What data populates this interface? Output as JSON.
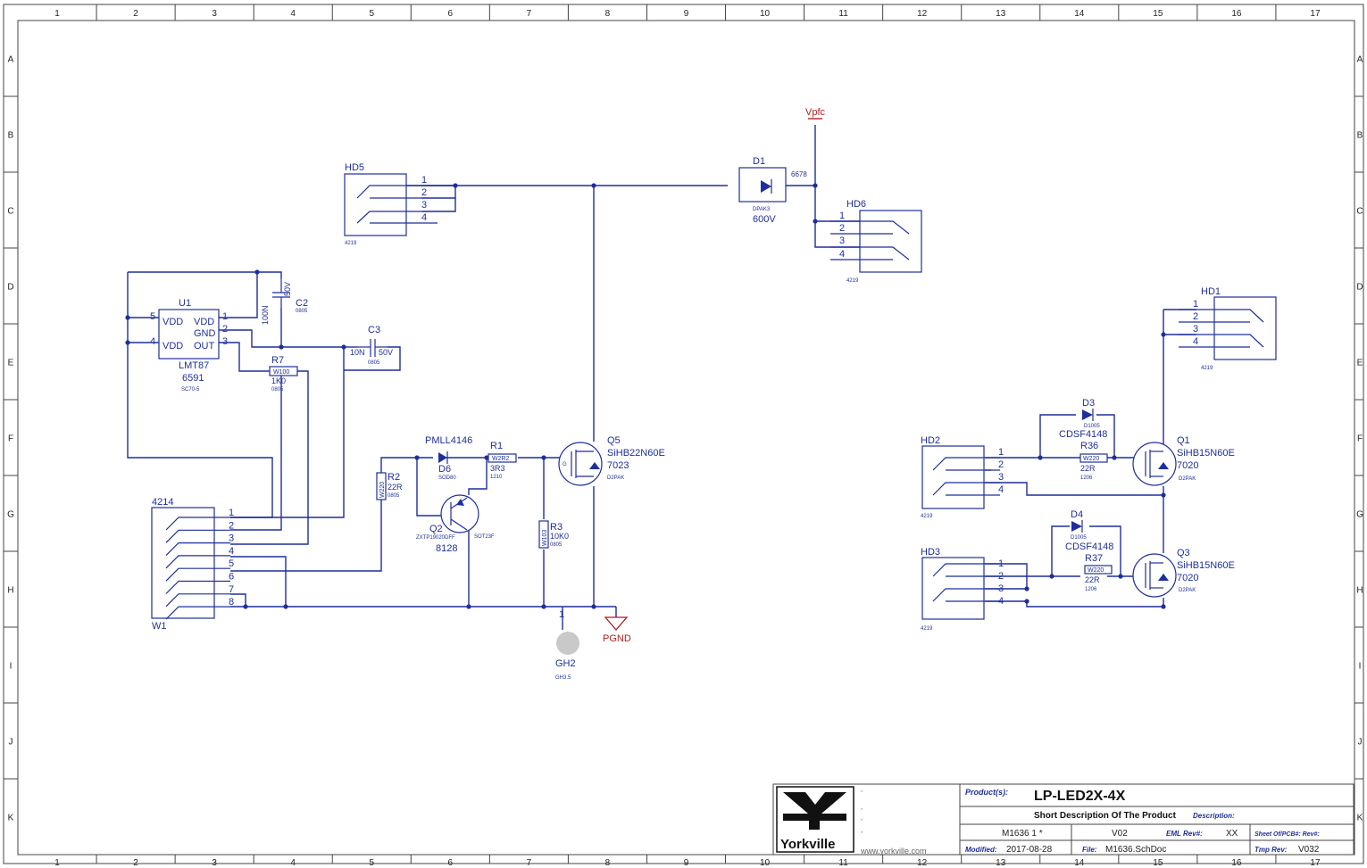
{
  "frame": {
    "columns": [
      "1",
      "2",
      "3",
      "4",
      "5",
      "6",
      "7",
      "8",
      "9",
      "10",
      "11",
      "12",
      "13",
      "14",
      "15",
      "16",
      "17"
    ],
    "rows": [
      "A",
      "B",
      "C",
      "D",
      "E",
      "F",
      "G",
      "H",
      "I",
      "J",
      "K"
    ]
  },
  "colors": {
    "wire": "#1f2f9a",
    "power": "#b21e1e",
    "frame": "#444444"
  },
  "components": {
    "u1": {
      "ref": "U1",
      "part": "LMT87",
      "value": "6591",
      "package": "SC70-5",
      "pins": {
        "vdd1": "VDD",
        "vdd2": "VDD",
        "vdd3": "VDD",
        "gnd": "GND",
        "out": "OUT"
      },
      "pin_nums": [
        "5",
        "4",
        "1",
        "2",
        "3"
      ]
    },
    "c2": {
      "ref": "C2",
      "value": "100N",
      "rating": "50V",
      "package": "0805"
    },
    "c3": {
      "ref": "C3",
      "value": "10N",
      "rating": "50V",
      "package": "0805"
    },
    "r7": {
      "ref": "R7",
      "code": "W100",
      "value": "1K0",
      "package": "0805"
    },
    "r1": {
      "ref": "R1",
      "code": "W2R2",
      "value": "3R3",
      "package": "1210"
    },
    "r2": {
      "ref": "R2",
      "code": "W220",
      "value": "22R",
      "package": "0805"
    },
    "r3": {
      "ref": "R3",
      "code": "W103",
      "value": "10K0",
      "package": "0805"
    },
    "r36": {
      "ref": "R36",
      "code": "W220",
      "value": "22R",
      "package": "1206"
    },
    "r37": {
      "ref": "R37",
      "code": "W220",
      "value": "22R",
      "package": "1206"
    },
    "d6": {
      "ref": "D6",
      "part": "PMLL4146",
      "package": "SOD80"
    },
    "d1": {
      "ref": "D1",
      "value": "600V",
      "code": "6678",
      "package": "DPAK3"
    },
    "d3": {
      "ref": "D3",
      "part": "CDSF4148",
      "package": "D1005"
    },
    "d4": {
      "ref": "D4",
      "part": "CDSF4148",
      "package": "D1005"
    },
    "q2": {
      "ref": "Q2",
      "part": "ZXTP19020DFF",
      "value": "8128",
      "package": "SOT23F"
    },
    "q5": {
      "ref": "Q5",
      "part": "SiHB22N60E",
      "value": "7023",
      "package": "D2PAK"
    },
    "q1": {
      "ref": "Q1",
      "part": "SiHB15N60E",
      "value": "7020",
      "package": "D2PAK"
    },
    "q3": {
      "ref": "Q3",
      "part": "SiHB15N60E",
      "value": "7020",
      "package": "D2PAK"
    },
    "gh2": {
      "ref": "GH2",
      "pin": "1",
      "package": "GH3.5"
    },
    "w1": {
      "ref": "W1",
      "part": "4214",
      "pins": [
        "1",
        "2",
        "3",
        "4",
        "5",
        "6",
        "7",
        "8"
      ]
    },
    "hd5": {
      "ref": "HD5",
      "part": "4219",
      "pins": [
        "1",
        "2",
        "3",
        "4"
      ]
    },
    "hd6": {
      "ref": "HD6",
      "part": "4219",
      "pins": [
        "1",
        "2",
        "3",
        "4"
      ]
    },
    "hd1": {
      "ref": "HD1",
      "part": "4219",
      "pins": [
        "1",
        "2",
        "3",
        "4"
      ]
    },
    "hd2": {
      "ref": "HD2",
      "part": "4219",
      "pins": [
        "1",
        "2",
        "3",
        "4"
      ]
    },
    "hd3": {
      "ref": "HD3",
      "part": "4219",
      "pins": [
        "1",
        "2",
        "3",
        "4"
      ]
    }
  },
  "power": {
    "vpfc": "Vpfc",
    "pgnd": "PGND"
  },
  "titleblock": {
    "company": "Yorkville",
    "website": "www.yorkville.com",
    "product_label": "Product(s):",
    "product": "LP-LED2X-4X",
    "description": "Short Description Of The Product",
    "description_label": "Description:",
    "doc_number": "M1636 1 *",
    "version": "V02",
    "eml_label": "EML Rev#:",
    "eml_value": "XX",
    "sheet_label": "Sheet Of/PCB#: Rev#:",
    "modified_label": "Modified:",
    "modified": "2017-08-28",
    "file_label": "File:",
    "file": "M1636.SchDoc",
    "tmp_label": "Tmp Rev:",
    "tmp": "V032"
  }
}
